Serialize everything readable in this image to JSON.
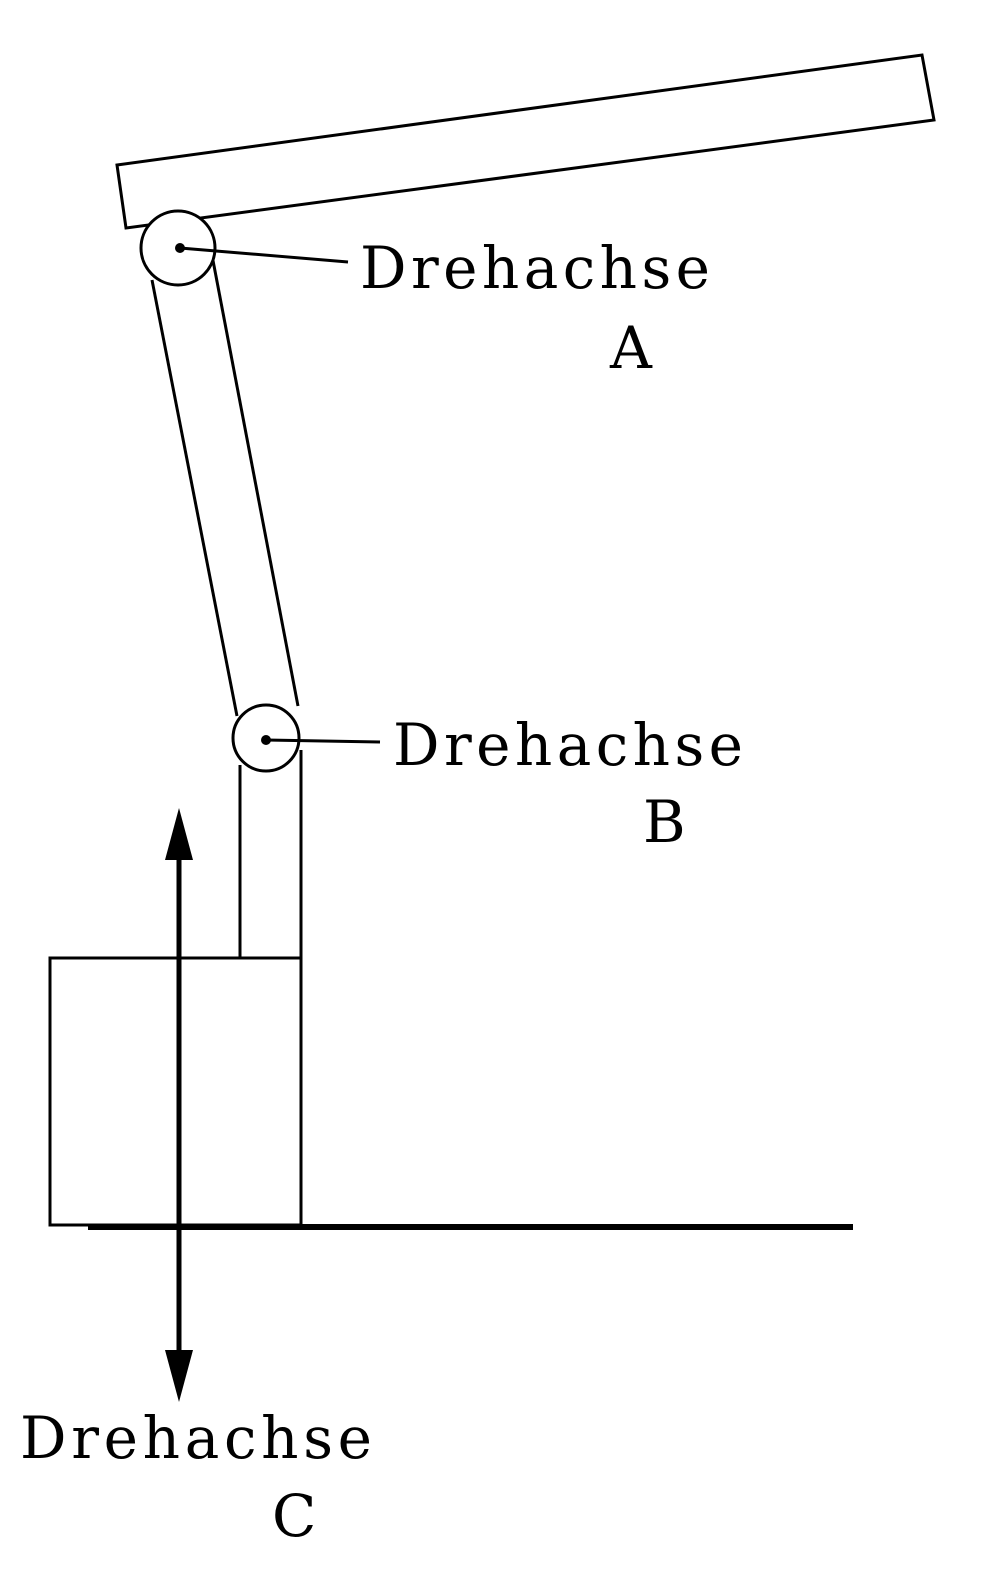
{
  "diagram": {
    "axis_a": {
      "name": "Drehachse",
      "letter": "A"
    },
    "axis_b": {
      "name": "Drehachse",
      "letter": "B"
    },
    "axis_c": {
      "name": "Drehachse",
      "letter": "C"
    }
  },
  "colors": {
    "ink": "#000000",
    "background": "#ffffff"
  }
}
